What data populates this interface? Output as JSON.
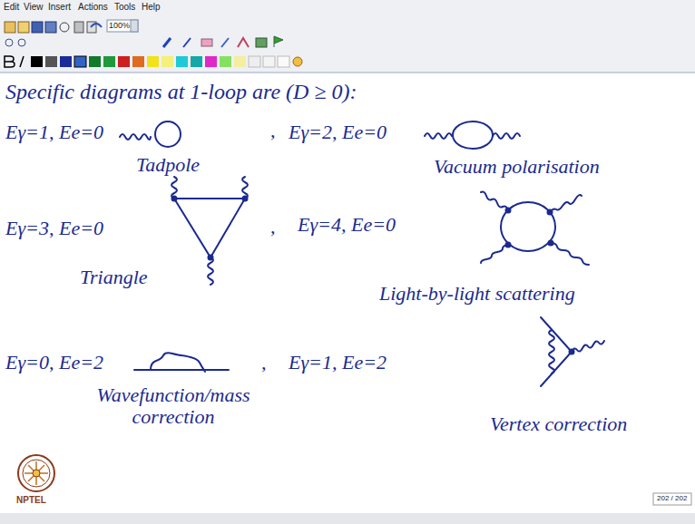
{
  "diagram": {
    "labels": [
      "Edit",
      "View",
      "Insert",
      "Actions",
      "Tools",
      "Help",
      "100%",
      "Specific diagrams at 1-loop are (D ≥ 0):",
      "Eγ=1, Ee=0",
      "Tadpole",
      ",",
      "Eγ=2, Ee=0",
      "Vacuum polarisation",
      "Eγ=3, Ee=0",
      "Triangle",
      ",",
      "Eγ=4, Ee=0",
      "Light-by-light scattering",
      "Eγ=0, Ee=2",
      "Wavefunction/mass correction",
      ",",
      "Eγ=1, Ee=2",
      "Vertex correction",
      "NPTEL",
      "202 / 202"
    ]
  }
}
